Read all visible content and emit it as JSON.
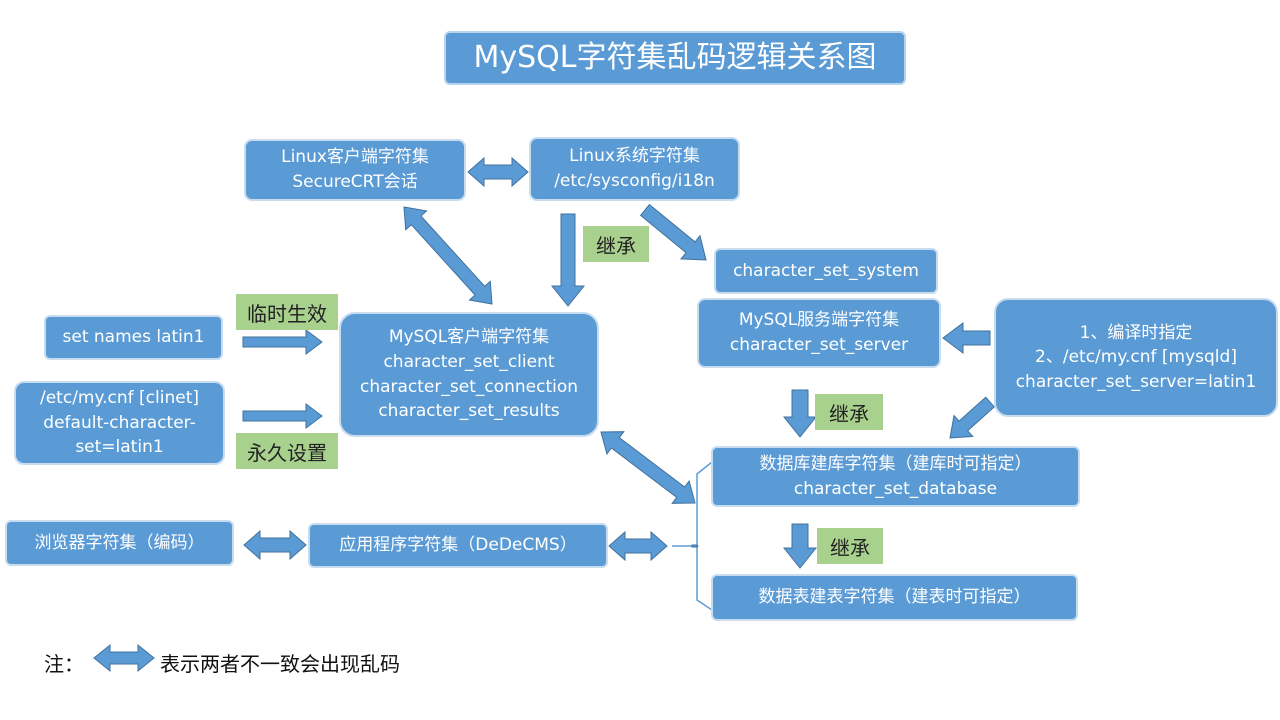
{
  "title": "MySQL字符集乱码逻辑关系图",
  "colors": {
    "box_fill": "#5b9bd5",
    "box_border": "#c8dcef",
    "tag_fill": "#a9d18e",
    "arrow": "#5b9bd5"
  },
  "nodes": {
    "linux_client": [
      "Linux客户端字符集",
      "SecureCRT会话"
    ],
    "linux_system": [
      "Linux系统字符集",
      "/etc/sysconfig/i18n"
    ],
    "char_set_system": [
      "character_set_system"
    ],
    "mysql_client": [
      "MySQL客户端字符集",
      "character_set_client",
      "character_set_connection",
      "character_set_results"
    ],
    "set_names": [
      "set names latin1"
    ],
    "my_cnf_client": [
      "/etc/my.cnf  [clinet]",
      "default-character-",
      "set=latin1"
    ],
    "mysql_server": [
      "MySQL服务端字符集",
      "character_set_server"
    ],
    "server_config": [
      "1、编译时指定",
      "2、/etc/my.cnf  [mysqld]",
      "character_set_server=latin1"
    ],
    "database_charset": [
      "数据库建库字符集（建库时可指定）",
      "character_set_database"
    ],
    "browser_charset": [
      "浏览器字符集（编码）"
    ],
    "app_charset": [
      "应用程序字符集（DeDeCMS）"
    ],
    "table_charset": [
      "数据表建表字符集（建表时可指定）"
    ]
  },
  "tags": {
    "inherit": "继承",
    "temporary": "临时生效",
    "permanent": "永久设置"
  },
  "note": {
    "prefix": "注：",
    "text": "表示两者不一致会出现乱码"
  }
}
